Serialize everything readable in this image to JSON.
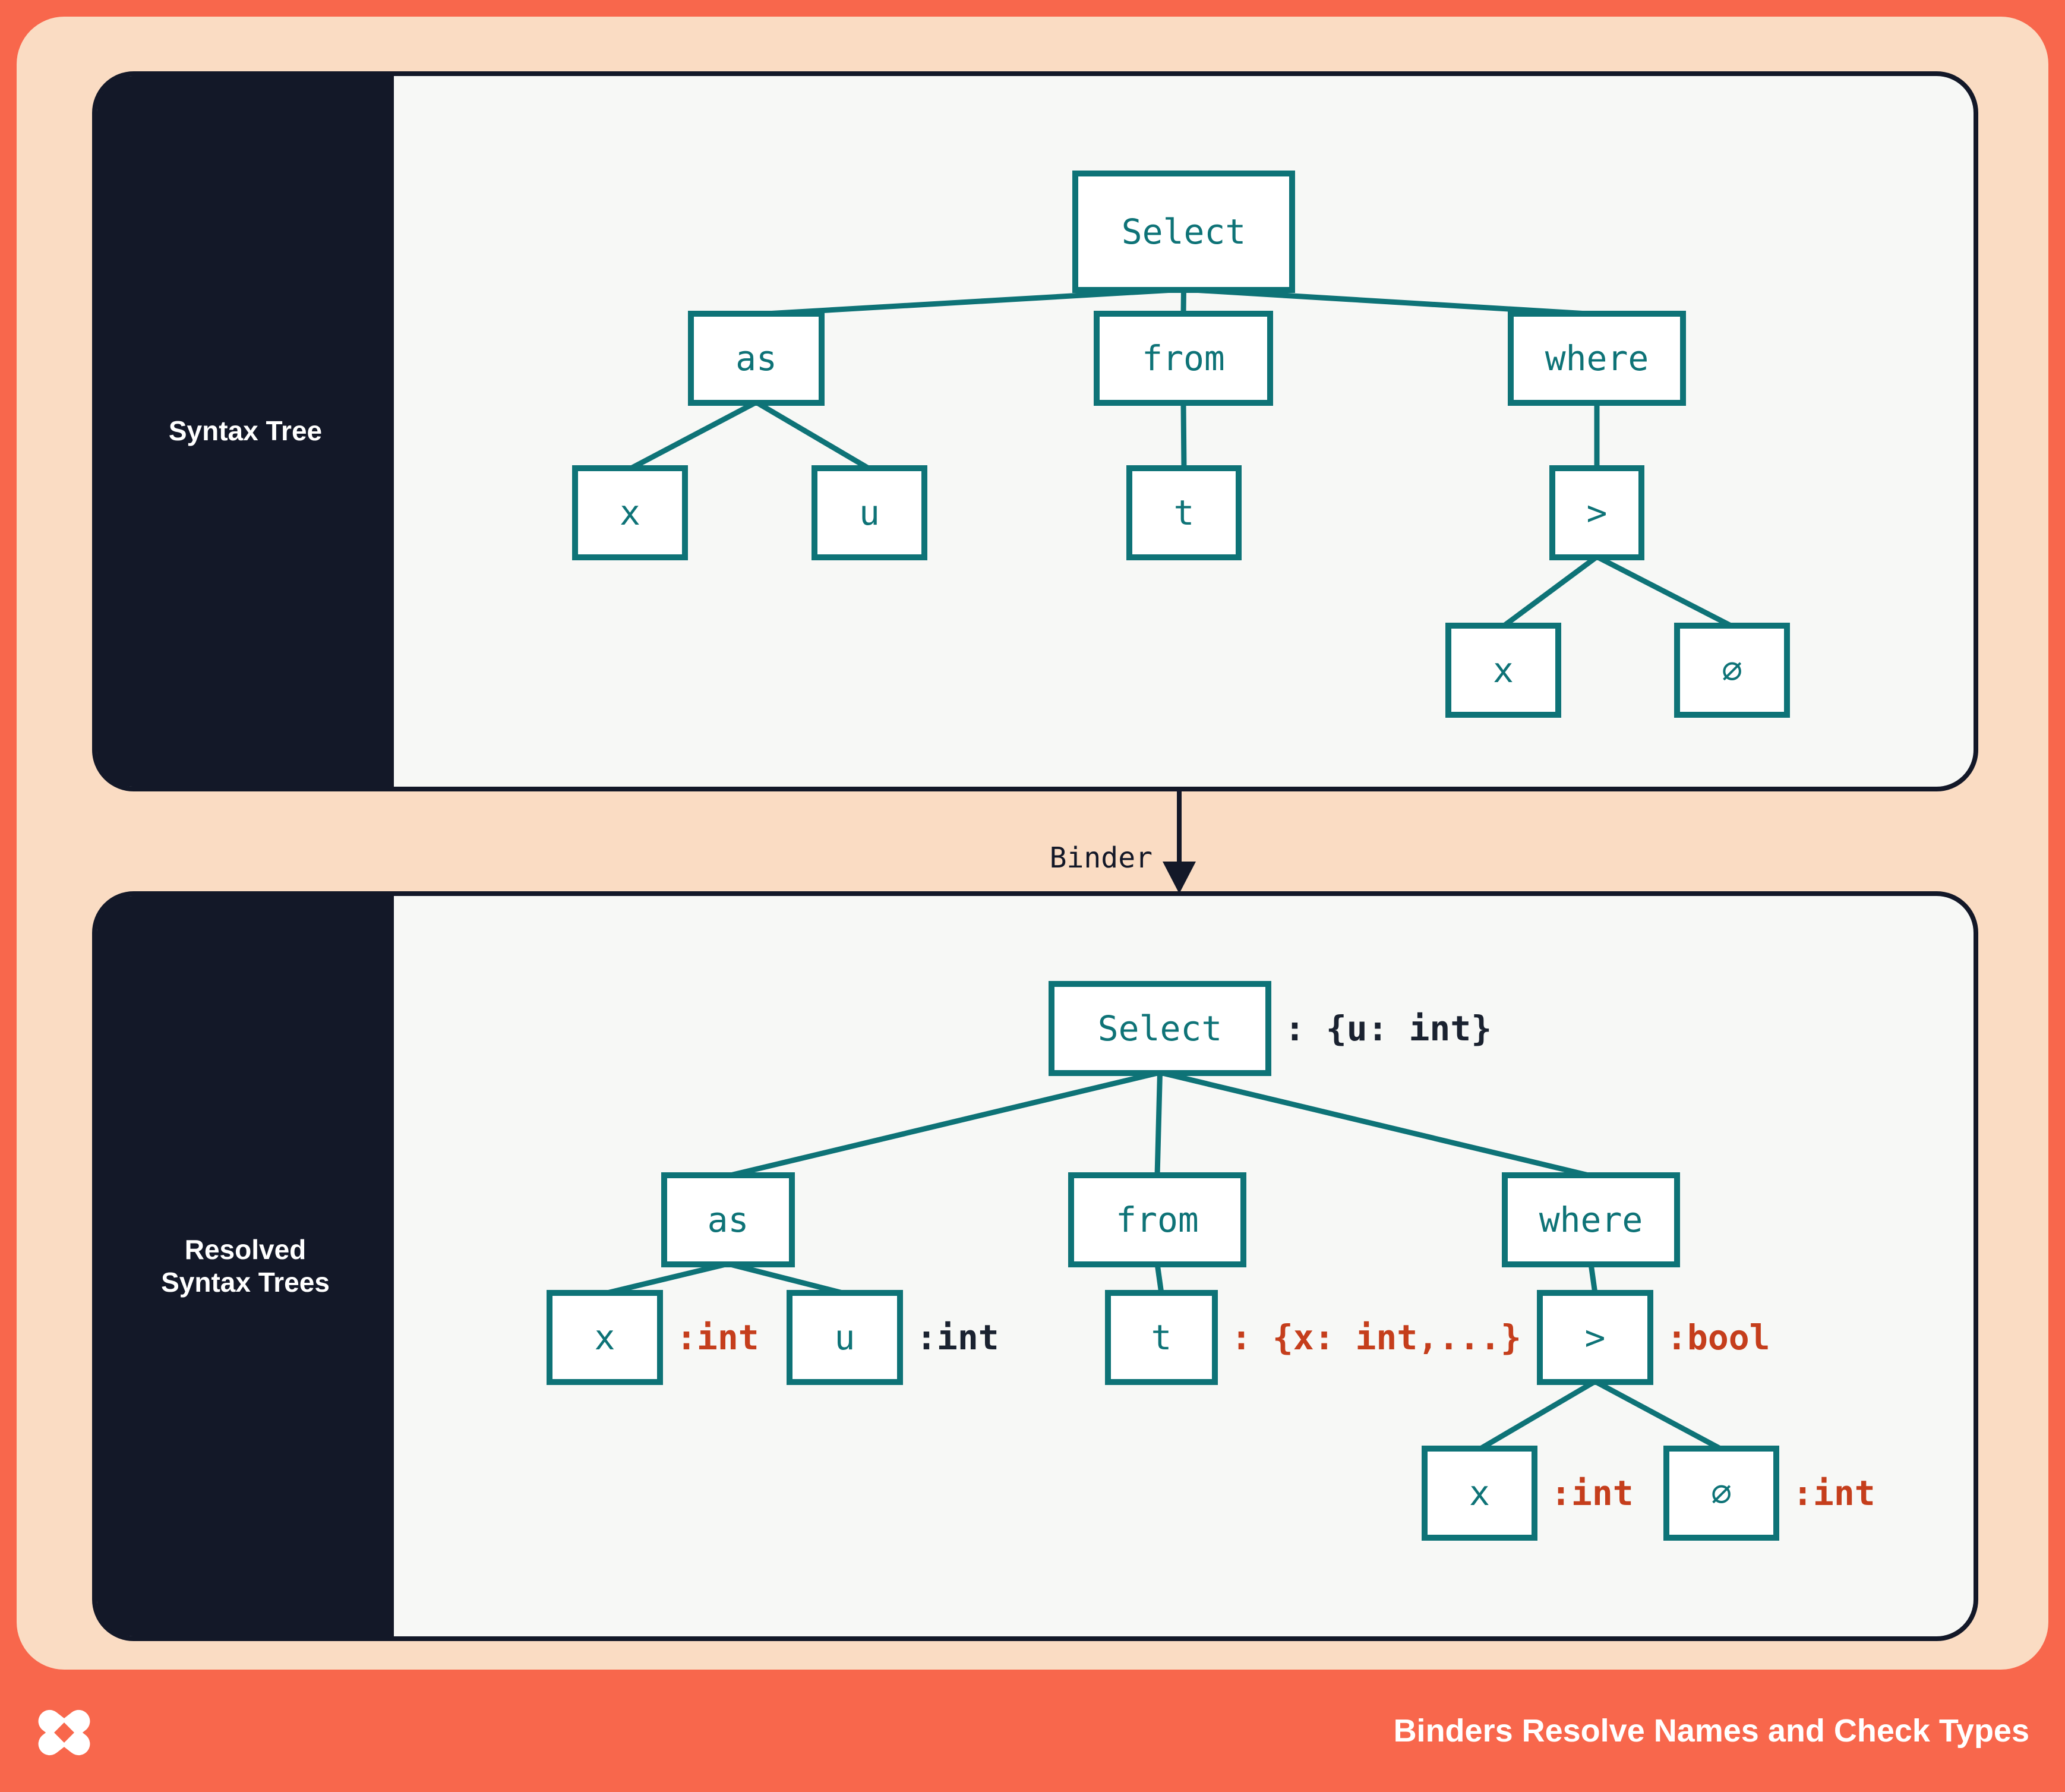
{
  "colors": {
    "frame_orange": "#f8674c",
    "inner_peach": "#fadcc3",
    "panel_bg": "#f7f8f6",
    "dark_navy": "#131828",
    "node_teal": "#0e7377",
    "type_red": "#c53e1c",
    "type_dark": "#1a2230",
    "white": "#ffffff"
  },
  "panels": {
    "top": {
      "sidebar_label": "Syntax Tree"
    },
    "bottom": {
      "sidebar_label": "Resolved\nSyntax Trees"
    }
  },
  "binder": {
    "label": "Binder",
    "arrow_icon": "down-arrow-icon"
  },
  "footer": {
    "title": "Binders Resolve Names and Check Types",
    "logo": "dioxus-logo"
  },
  "trees": {
    "top": {
      "nodes": [
        {
          "id": "select",
          "label": "Select"
        },
        {
          "id": "as",
          "label": "as"
        },
        {
          "id": "from",
          "label": "from"
        },
        {
          "id": "where",
          "label": "where"
        },
        {
          "id": "x",
          "label": "x"
        },
        {
          "id": "u",
          "label": "u"
        },
        {
          "id": "t",
          "label": "t"
        },
        {
          "id": "gt",
          "label": ">"
        },
        {
          "id": "x2",
          "label": "x"
        },
        {
          "id": "zero",
          "label": "∅"
        }
      ],
      "edges": [
        [
          "select",
          "as"
        ],
        [
          "select",
          "from"
        ],
        [
          "select",
          "where"
        ],
        [
          "as",
          "x"
        ],
        [
          "as",
          "u"
        ],
        [
          "from",
          "t"
        ],
        [
          "where",
          "gt"
        ],
        [
          "gt",
          "x2"
        ],
        [
          "gt",
          "zero"
        ]
      ]
    },
    "bottom": {
      "nodes": [
        {
          "id": "select",
          "label": "Select",
          "annotation": ": {u: int}",
          "annotation_style": "dark"
        },
        {
          "id": "as",
          "label": "as"
        },
        {
          "id": "from",
          "label": "from"
        },
        {
          "id": "where",
          "label": "where"
        },
        {
          "id": "x",
          "label": "x",
          "annotation": ":int",
          "annotation_style": "red"
        },
        {
          "id": "u",
          "label": "u",
          "annotation": ":int",
          "annotation_style": "dark"
        },
        {
          "id": "t",
          "label": "t",
          "annotation": ": {x: int,...}",
          "annotation_style": "red"
        },
        {
          "id": "gt",
          "label": ">",
          "annotation": ":bool",
          "annotation_style": "red"
        },
        {
          "id": "x2",
          "label": "x",
          "annotation": ":int",
          "annotation_style": "red"
        },
        {
          "id": "zero",
          "label": "∅",
          "annotation": ":int",
          "annotation_style": "red"
        }
      ],
      "edges": [
        [
          "select",
          "as"
        ],
        [
          "select",
          "from"
        ],
        [
          "select",
          "where"
        ],
        [
          "as",
          "x"
        ],
        [
          "as",
          "u"
        ],
        [
          "from",
          "t"
        ],
        [
          "where",
          "gt"
        ],
        [
          "gt",
          "x2"
        ],
        [
          "gt",
          "zero"
        ]
      ]
    }
  }
}
